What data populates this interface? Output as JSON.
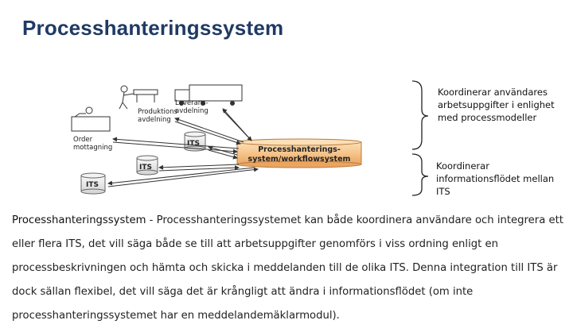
{
  "title": "Processhanteringssystem",
  "diagram": {
    "leverans_line1": "Leverans-",
    "leverans_line2": "avdelning",
    "produktions_line1": "Produktions",
    "produktions_line2": "avdelning",
    "order_line1": "Order",
    "order_line2": "mottagning",
    "its_label": "ITS",
    "central_line1": "Processhanterings-",
    "central_line2": "system/workflowsystem"
  },
  "notes": {
    "upper": "Koordinerar användares arbetsuppgifter i enlighet med processmodeller",
    "lower": "Koordinerar informationsflödet mellan ITS"
  },
  "description": {
    "lead": "Processhanteringssystem",
    "rest": " - Processhanteringssystemet kan både koordinera användare och integrera ett eller flera ITS, det vill säga både se till att arbetsuppgifter genomförs i viss ordning enligt en processbeskrivningen och hämta och skicka i meddelanden till de olika ITS. Denna integration till ITS är dock sällan flexibel, det vill säga det är krångligt att ändra i informationsflödet (om inte processhanteringssystemet har en meddelandemäklarmodul)."
  },
  "colors": {
    "title": "#1f3a64",
    "cylinder_light": "#e8e8e8",
    "cylinder_orange": "#f6c48a"
  }
}
